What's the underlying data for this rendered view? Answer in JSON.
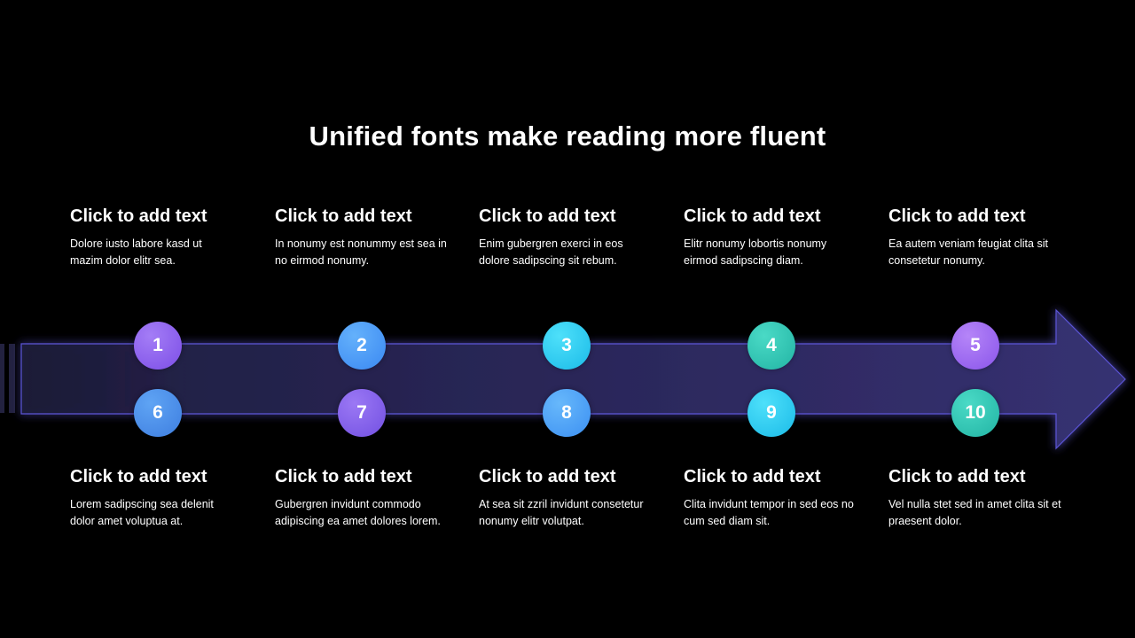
{
  "slide": {
    "title": "Unified fonts make reading more fluent"
  },
  "colors": {
    "background": "#000000",
    "arrow_fill": "#34306a",
    "arrow_stroke": "#5b54d6",
    "purple": "#8a5cf0",
    "blue": "#3f96f5",
    "cyan": "#23c4ef",
    "teal": "#2cc5b0"
  },
  "top_items": [
    {
      "heading": "Click to add text",
      "text": "Dolore iusto labore kasd ut mazim dolor elitr sea."
    },
    {
      "heading": "Click to add text",
      "text": "In nonumy est nonummy est sea in no eirmod nonumy."
    },
    {
      "heading": "Click to add text",
      "text": "Enim gubergren exerci in eos dolore sadipscing sit rebum."
    },
    {
      "heading": "Click to add text",
      "text": "Elitr nonumy lobortis nonumy eirmod sadipscing diam."
    },
    {
      "heading": "Click to add text",
      "text": "Ea autem veniam feugiat clita sit consetetur nonumy."
    }
  ],
  "bottom_items": [
    {
      "heading": "Click to add text",
      "text": "Lorem sadipscing sea delenit dolor amet voluptua at."
    },
    {
      "heading": "Click to add text",
      "text": "Gubergren invidunt commodo adipiscing ea amet dolores lorem."
    },
    {
      "heading": "Click to add text",
      "text": "At sea sit zzril invidunt consetetur nonumy elitr volutpat."
    },
    {
      "heading": "Click to add text",
      "text": "Clita invidunt tempor in sed eos no cum sed diam sit."
    },
    {
      "heading": "Click to add text",
      "text": "Vel nulla stet sed in amet clita sit et praesent dolor."
    }
  ],
  "top_markers": [
    "1",
    "2",
    "3",
    "4",
    "5"
  ],
  "bottom_markers": [
    "6",
    "7",
    "8",
    "9",
    "10"
  ]
}
